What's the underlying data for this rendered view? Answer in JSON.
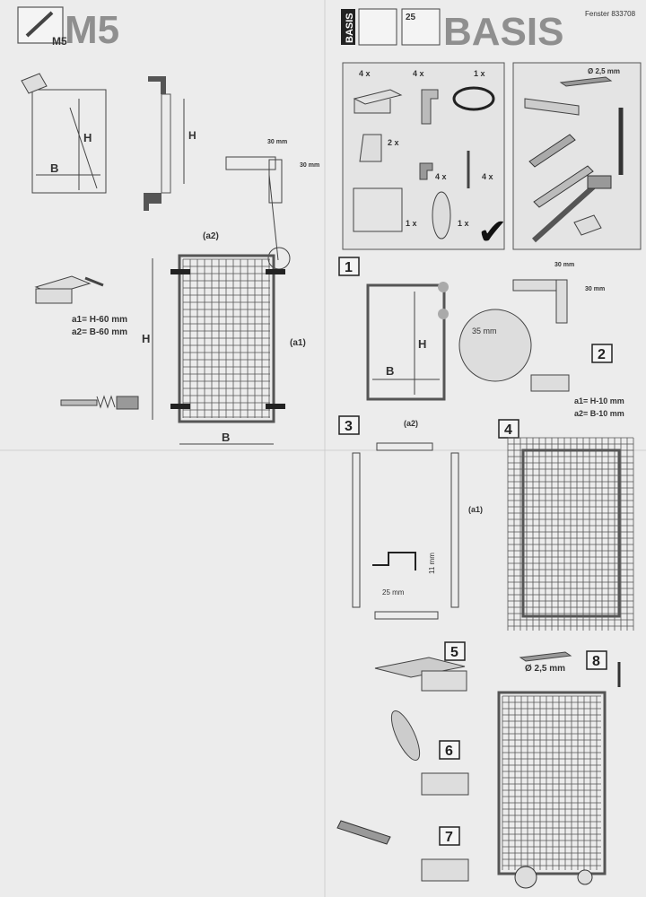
{
  "left": {
    "model_label": "M5",
    "model_small": "M5",
    "height_label": "H",
    "width_label": "B",
    "dim_30_a": "30 mm",
    "dim_30_b": "30 mm",
    "a2_label": "(a2)",
    "a1_label": "(a1)",
    "formula_a1": "a1= H-60 mm",
    "formula_a2": "a2= B-60 mm"
  },
  "right": {
    "title": "BASIS",
    "badge_text": "BASIS",
    "badge_num": "25",
    "article": "Fenster 833708",
    "parts": {
      "q1": "4 x",
      "q2": "4 x",
      "q3": "1 x",
      "q4": "2 x",
      "q5": "4 x",
      "q6": "4 x",
      "q7": "1 x",
      "q8": "1 x"
    },
    "drill": "Ø 2,5 mm",
    "check": "✔",
    "steps": {
      "s1": "1",
      "s2": "2",
      "s3": "3",
      "s4": "4",
      "s5": "5",
      "s6": "6",
      "s7": "7",
      "s8": "8"
    },
    "step1": {
      "dim_30_a": "30 mm",
      "dim_30_b": "30 mm",
      "dim_35": "35 mm",
      "h": "H",
      "b": "B"
    },
    "step2": {
      "formula_a1": "a1= H-10 mm",
      "formula_a2": "a2= B-10 mm"
    },
    "step3": {
      "a2_label": "(a2)",
      "a1_label": "(a1)",
      "dim_11": "11 mm",
      "dim_25": "25 mm"
    },
    "step8": {
      "drill": "Ø 2,5 mm"
    }
  }
}
